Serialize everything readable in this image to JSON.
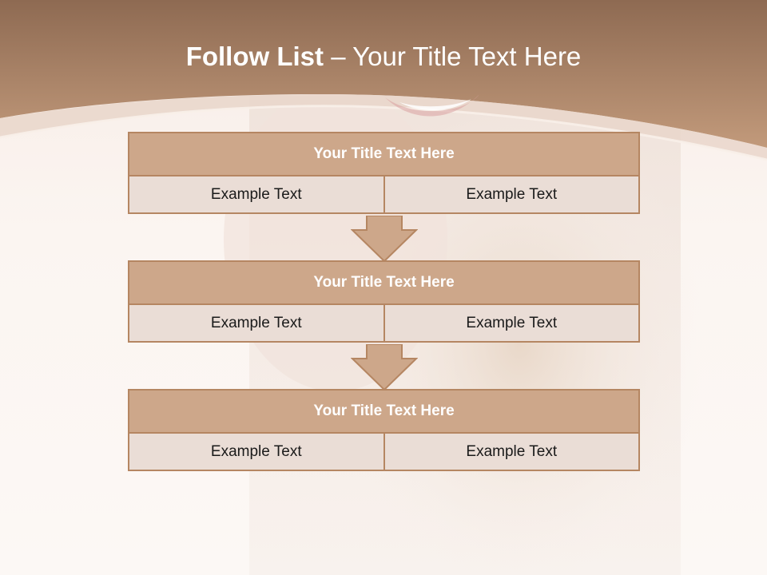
{
  "slide": {
    "title_bold": "Follow List",
    "title_rest": " – Your Title Text Here"
  },
  "flow": [
    {
      "title": "Your Title Text Here",
      "left": "Example Text",
      "right": "Example Text"
    },
    {
      "title": "Your Title Text Here",
      "left": "Example Text",
      "right": "Example Text"
    },
    {
      "title": "Your Title Text Here",
      "left": "Example Text",
      "right": "Example Text"
    }
  ],
  "colors": {
    "header": "#b88a66",
    "box_title": "#cda78a",
    "box_cell": "#eaddd6",
    "border": "#b58662"
  }
}
